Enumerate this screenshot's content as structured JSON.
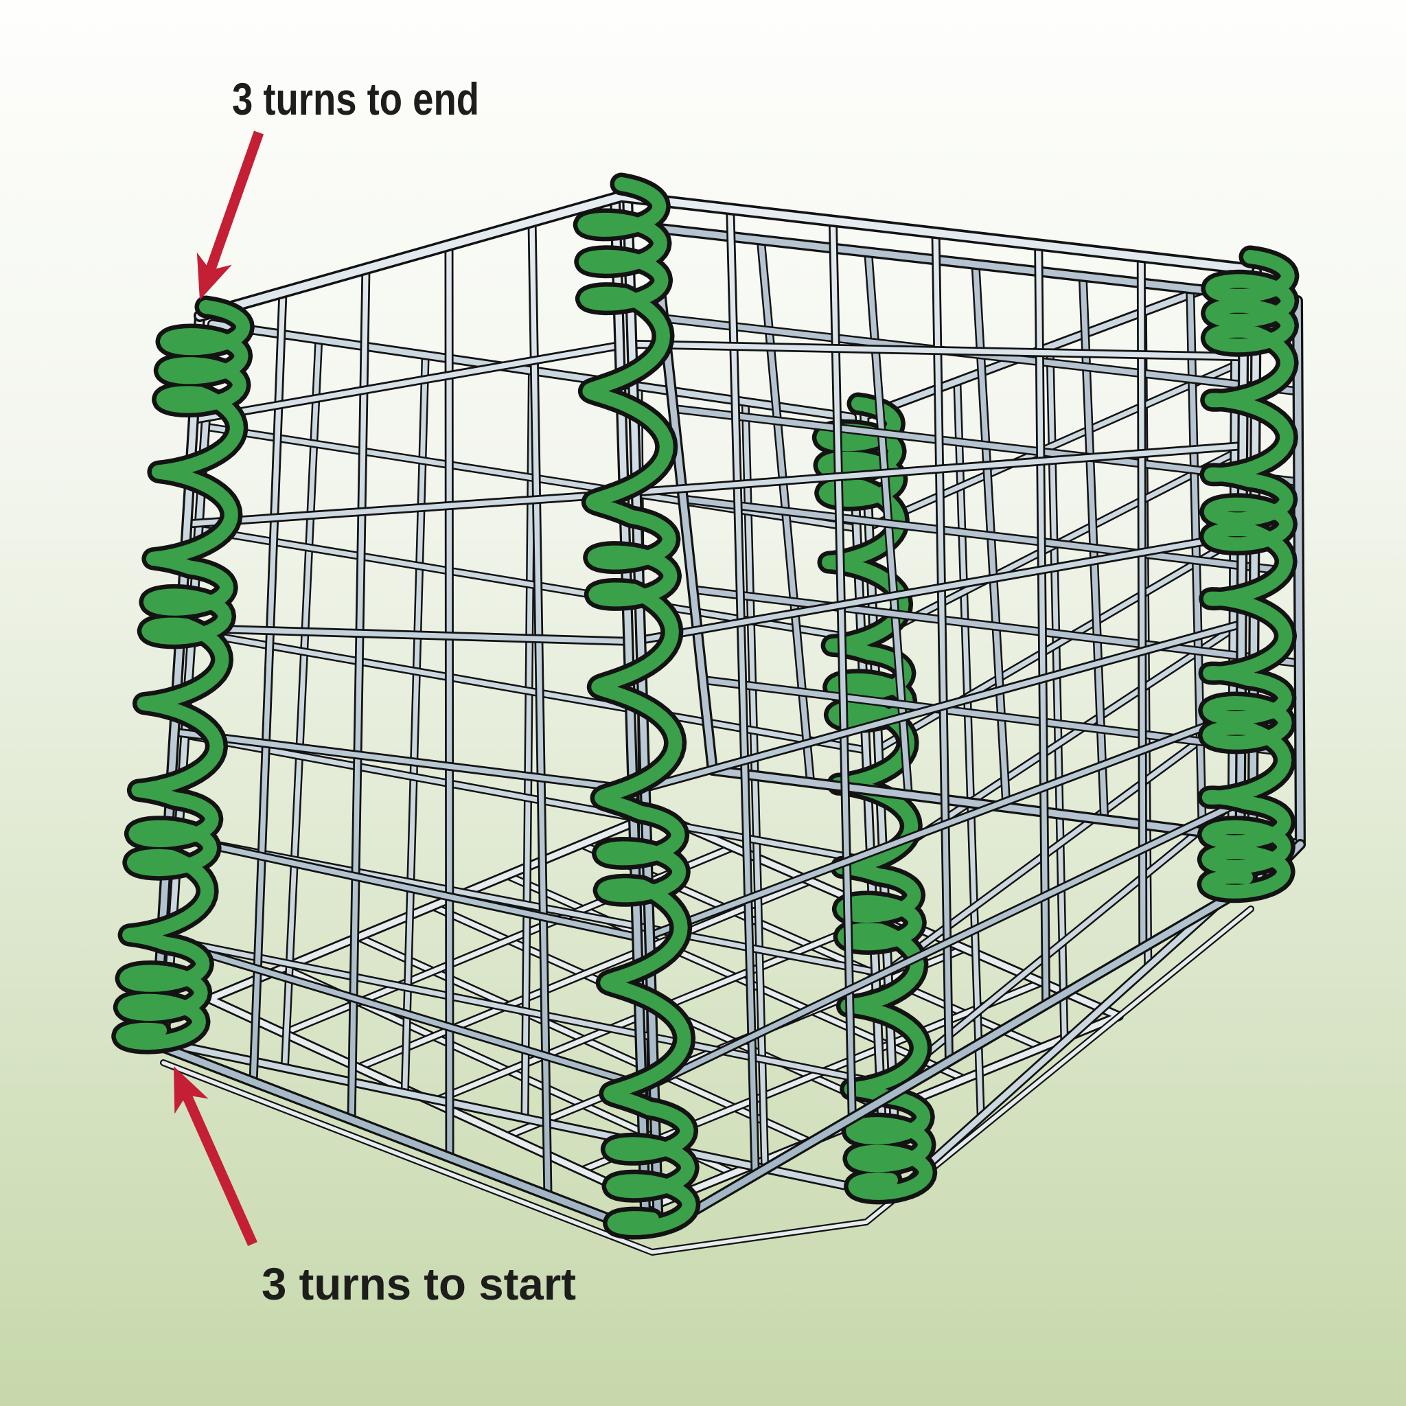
{
  "illustration": {
    "subject": "wire mesh basket joined at its vertical edges with green spiral binder wire",
    "labels": {
      "top": "3 turns to end",
      "bottom": "3 turns to start"
    },
    "spirals": {
      "count": 4,
      "tight_turns_at_start": 3,
      "tight_turns_at_end": 3
    },
    "parts": [
      "left wall mesh",
      "right wall mesh",
      "interior wall mesh",
      "base mesh",
      "leaning lid panel",
      "spiral binders"
    ]
  },
  "colors": {
    "bg_top": "#fefefc",
    "bg_mid": "#f3f6ee",
    "bg_bottom": "#c6d8ab",
    "wire_outline": "#131313",
    "wire_main_light": "#e9eff3",
    "wire_main_mid": "#b9c9d4",
    "wire_main_dark": "#9fb3c2",
    "wire_interior": "#ccd8e0",
    "wire_floor": "#e7ecee",
    "wire_lid": "#b5c4d0",
    "spiral_green": "#3aa04a",
    "arrow_red": "#c41f35",
    "label_color": "#1d1d1b"
  }
}
